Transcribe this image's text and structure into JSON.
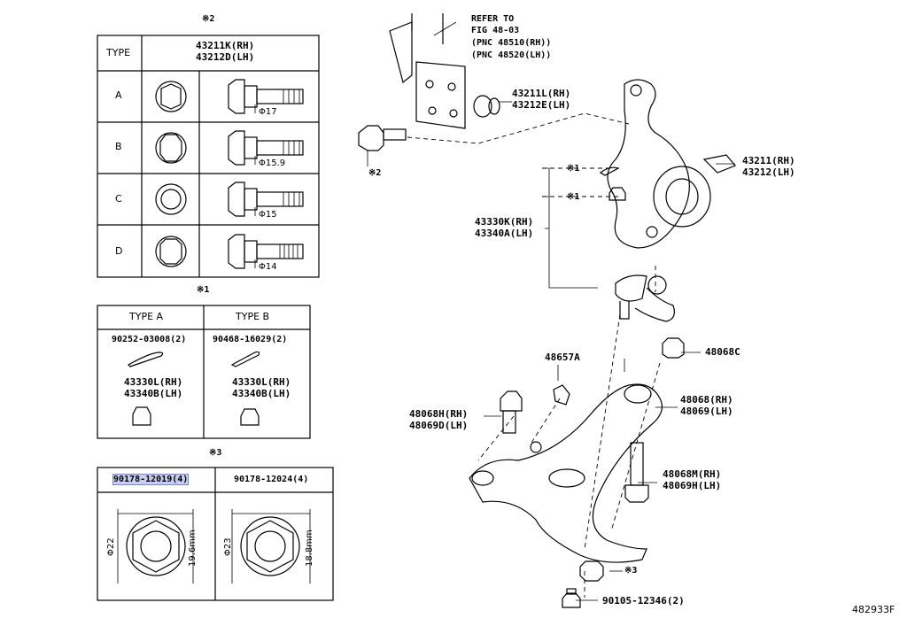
{
  "diagram_id": "482933F",
  "refer": {
    "line1": "REFER TO",
    "line2": "FIG 48-03",
    "line3": "(PNC 48510(RH))",
    "line4": "(PNC 48520(LH))"
  },
  "table_bolt": {
    "marker": "※2",
    "header_type": "TYPE",
    "header_part_rh": "43211K(RH)",
    "header_part_lh": "43212D(LH)",
    "rows": [
      {
        "type": "A",
        "dia": "Φ17"
      },
      {
        "type": "B",
        "dia": "Φ15.9"
      },
      {
        "type": "C",
        "dia": "Φ15"
      },
      {
        "type": "D",
        "dia": "Φ14"
      }
    ]
  },
  "table_pin": {
    "marker": "※1",
    "col_a": {
      "title": "TYPE A",
      "pin": "90252-03008(2)",
      "nut_rh": "43330L(RH)",
      "nut_lh": "43340B(LH)"
    },
    "col_b": {
      "title": "TYPE B",
      "pin": "90468-16029(2)",
      "nut_rh": "43330L(RH)",
      "nut_lh": "43340B(LH)"
    }
  },
  "table_nut": {
    "marker": "※3",
    "col_a": {
      "part": "90178-12019(4)",
      "outer": "Φ22",
      "height": "19.6mm"
    },
    "col_b": {
      "part": "90178-12024(4)",
      "outer": "Φ23",
      "height": "18.8mm"
    }
  },
  "callouts": {
    "bushing_rh": "43211L(RH)",
    "bushing_lh": "43212E(LH)",
    "knuckle_rh": "43211(RH)",
    "knuckle_lh": "43212(LH)",
    "marker1a": "※1",
    "marker1b": "※1",
    "marker2": "※2",
    "marker3": "※3",
    "balljoint_rh": "43330K(RH)",
    "balljoint_lh": "43340A(LH)",
    "stopper": "48657A",
    "collar": "48068C",
    "bolt_h_rh": "48068H(RH)",
    "bolt_h_lh": "48069D(LH)",
    "arm_rh": "48068(RH)",
    "arm_lh": "48069(LH)",
    "bolt_m_rh": "48068M(RH)",
    "bolt_m_lh": "48069H(LH)",
    "bottom_bolt": "90105-12346(2)"
  }
}
